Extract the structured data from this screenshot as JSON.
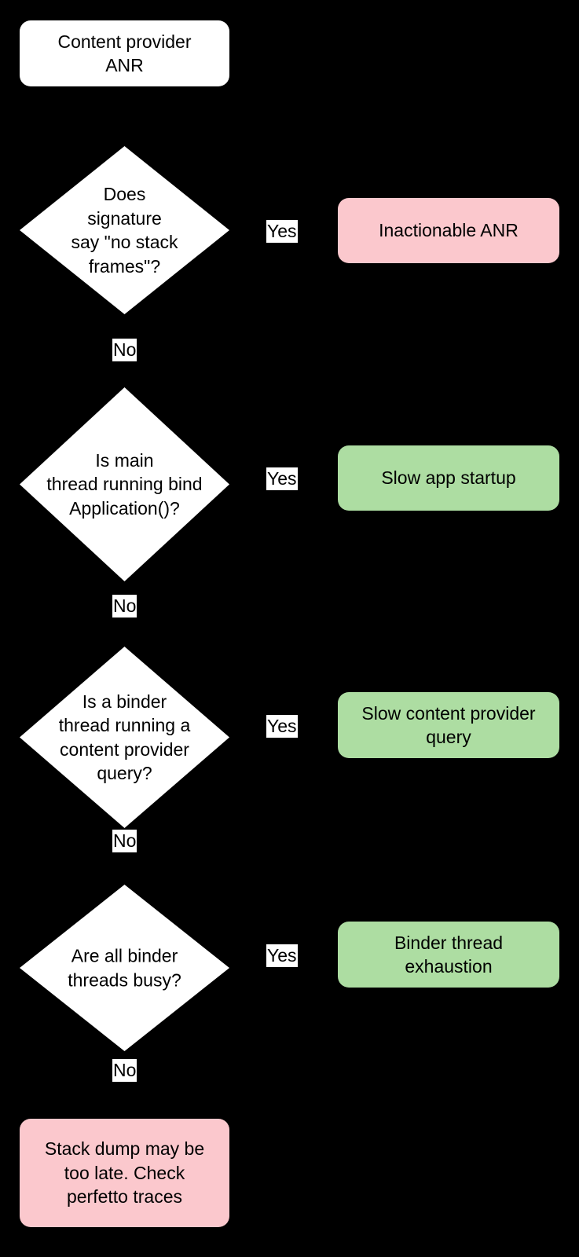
{
  "diagram": {
    "title": "Content provider ANR triage flowchart",
    "background_color": "#000000",
    "colors": {
      "start_fill": "#ffffff",
      "decision_fill": "#ffffff",
      "terminal_bad": "#fbc8cd",
      "terminal_good": "#addda2",
      "text": "#000000",
      "edge_label_fill": "#ffffff"
    }
  },
  "nodes": {
    "start": {
      "label": "Content provider\nANR"
    },
    "decision_1": {
      "label": "Does\nsignature\nsay \"no stack\nframes\"?"
    },
    "decision_2": {
      "label": "Is main\nthread running bind\nApplication()?"
    },
    "decision_3": {
      "label": "Is a binder\nthread running a\ncontent provider\nquery?"
    },
    "decision_4": {
      "label": "Are all binder\nthreads busy?"
    },
    "outcome_1": {
      "label": "Inactionable ANR"
    },
    "outcome_2": {
      "label": "Slow app startup"
    },
    "outcome_3": {
      "label": "Slow content provider\nquery"
    },
    "outcome_4": {
      "label": "Binder thread\nexhaustion"
    },
    "final": {
      "label": "Stack dump may be\ntoo late. Check\nperfetto traces"
    }
  },
  "edge_labels": {
    "yes_1": "Yes",
    "yes_2": "Yes",
    "yes_3": "Yes",
    "yes_4": "Yes",
    "no_1": "No",
    "no_2": "No",
    "no_3": "No",
    "no_4": "No"
  }
}
